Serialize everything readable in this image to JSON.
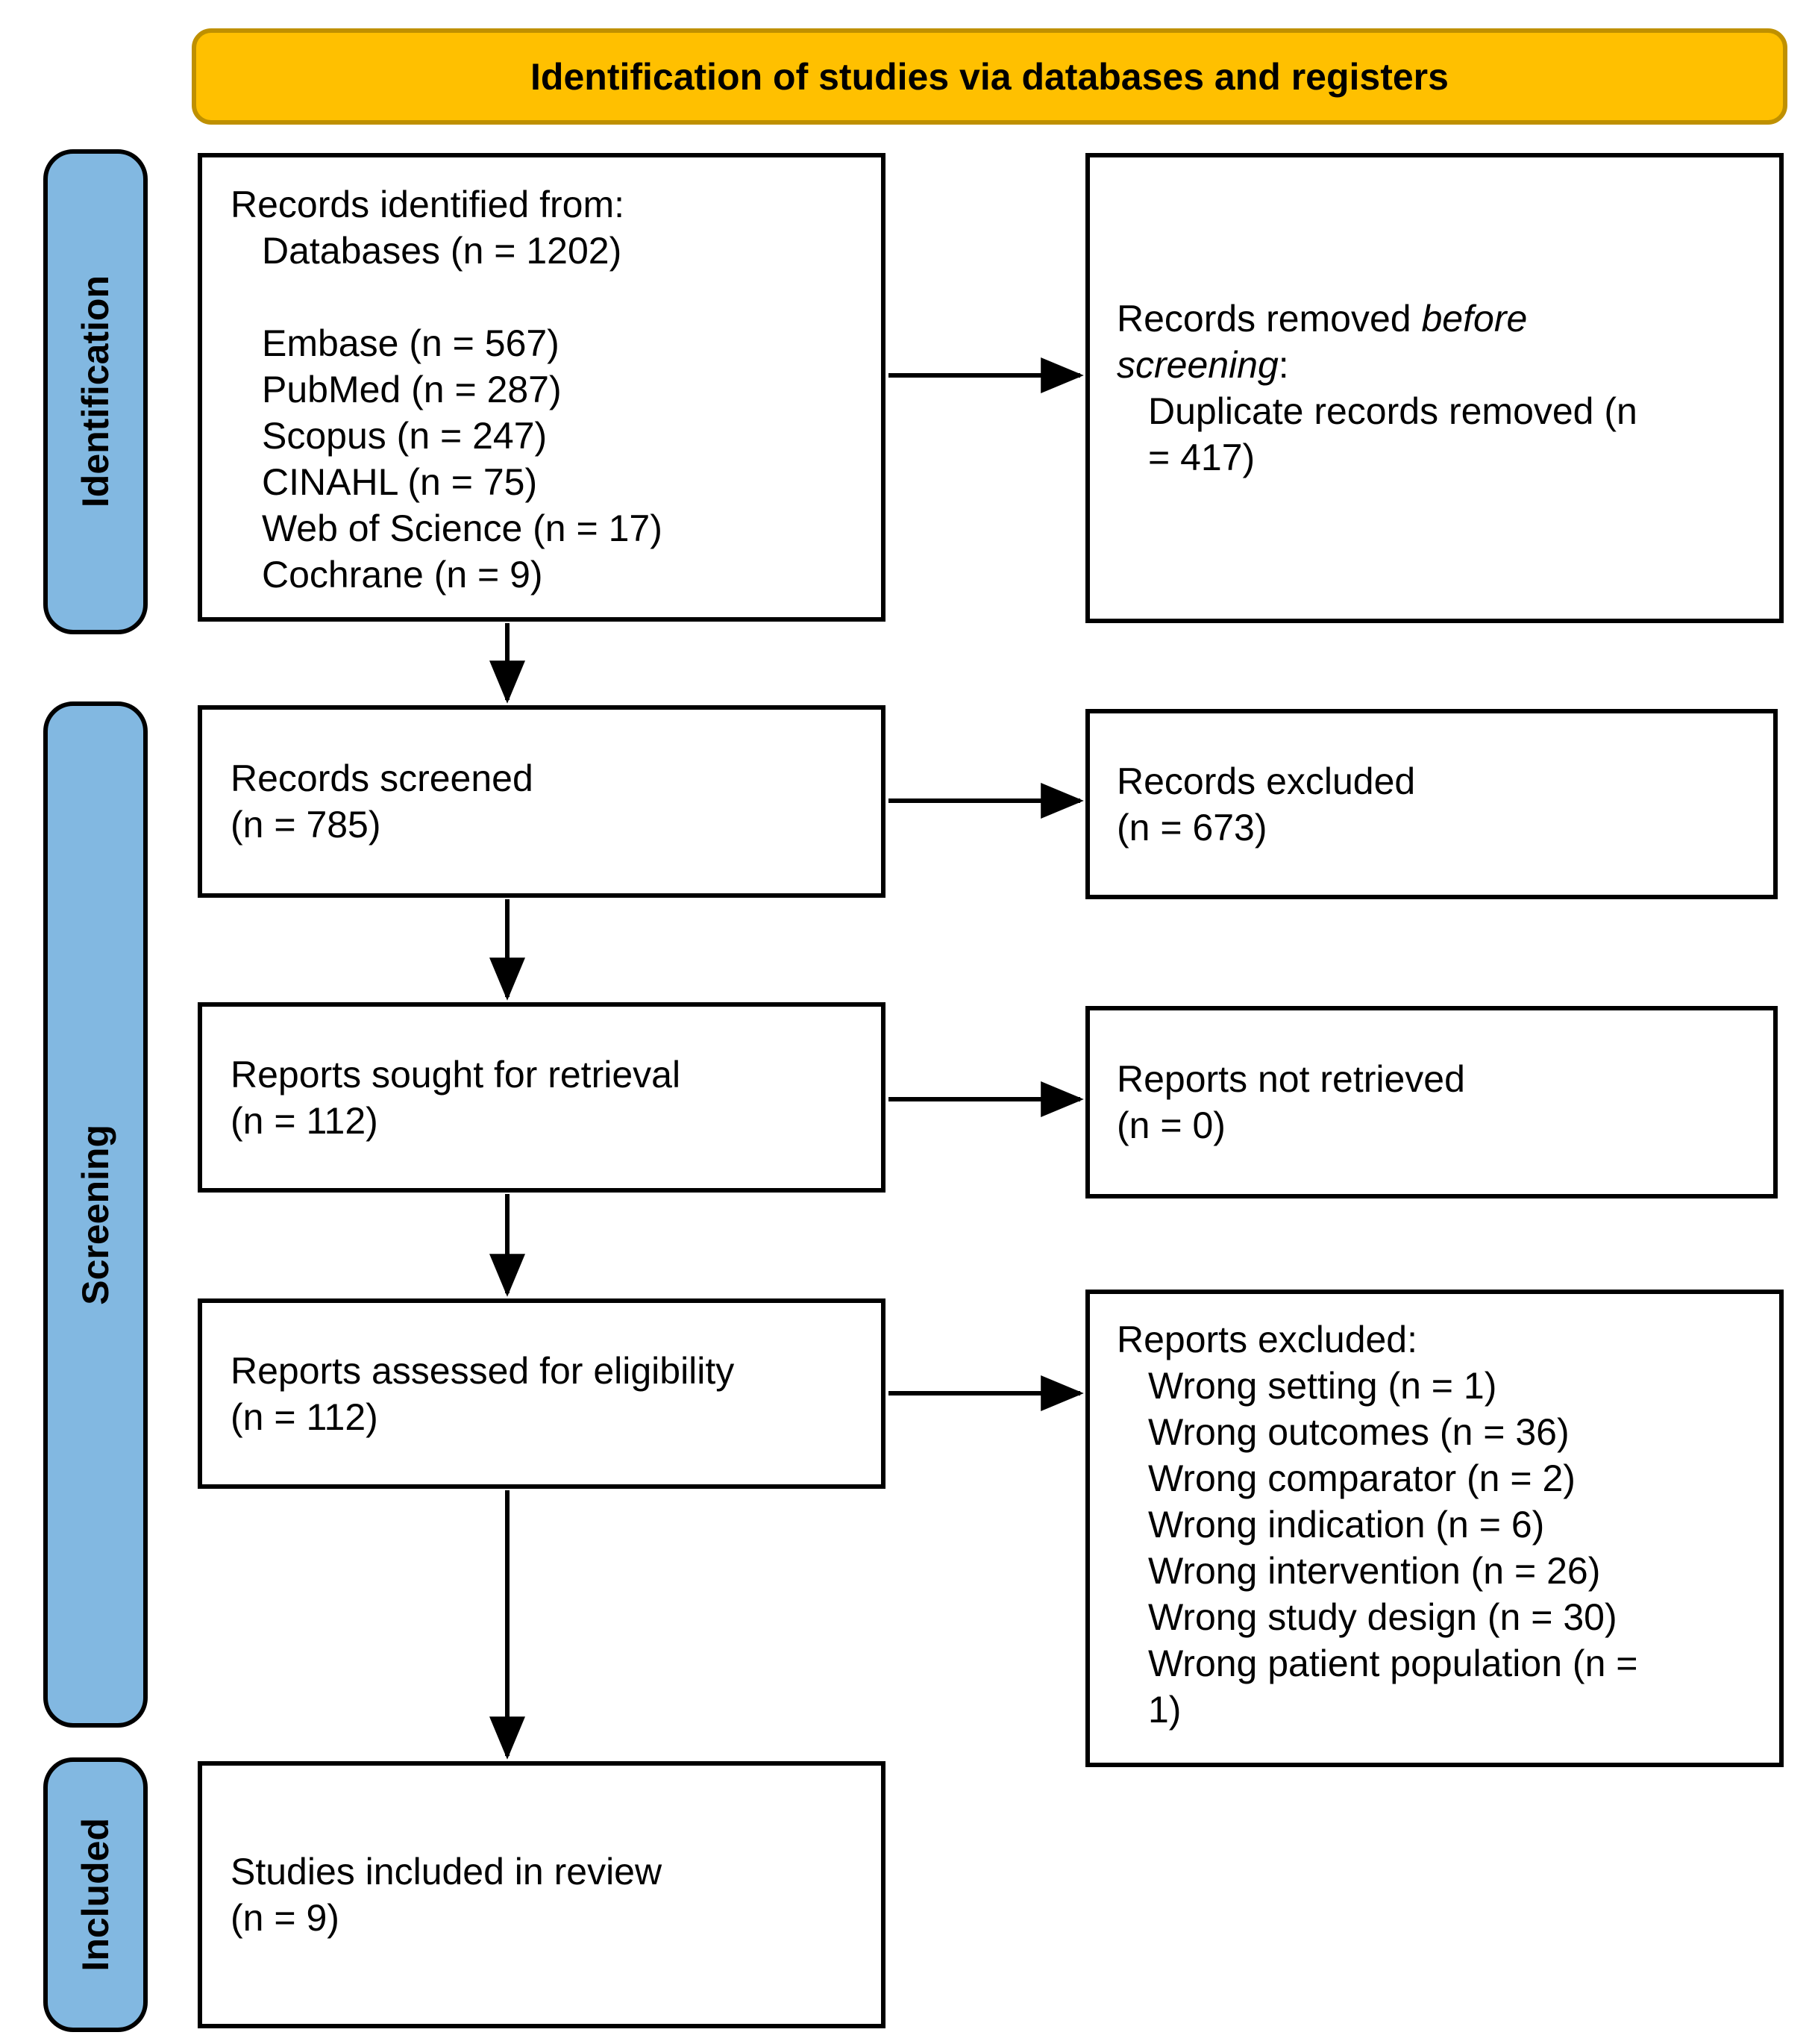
{
  "banner": {
    "title": "Identification of studies via databases and registers"
  },
  "stages": [
    {
      "id": "identification",
      "label": "Identification"
    },
    {
      "id": "screening",
      "label": "Screening"
    },
    {
      "id": "included",
      "label": "Included"
    }
  ],
  "colors": {
    "banner_bg": "#FFC000",
    "banner_border": "#BF9000",
    "stage_bg": "#82B8E1",
    "box_bg": "#FFFFFF",
    "box_border": "#000000",
    "arrow": "#000000",
    "text": "#000000"
  },
  "boxes": {
    "records_identified": {
      "lines": [
        "Records identified from:",
        "Databases (n = 1202)",
        "",
        "Embase (n = 567)",
        "PubMed (n = 287)",
        "Scopus (n = 247)",
        "CINAHL (n = 75)",
        "Web of Science (n = 17)",
        "Cochrane (n = 9)"
      ]
    },
    "records_removed": {
      "title_prefix": "Records removed ",
      "title_italic": "before screening",
      "title_suffix": ":",
      "detail": "Duplicate records removed (n = 417)"
    },
    "records_screened": {
      "line1": "Records screened",
      "line2": "(n = 785)"
    },
    "records_excluded": {
      "line1": "Records excluded",
      "line2": "(n = 673)"
    },
    "reports_sought": {
      "line1": "Reports sought for retrieval",
      "line2": "(n = 112)"
    },
    "reports_not_retrieved": {
      "line1": "Reports not retrieved",
      "line2": "(n = 0)"
    },
    "reports_assessed": {
      "line1": "Reports assessed for eligibility",
      "line2": "(n = 112)"
    },
    "reports_excluded": {
      "title": "Reports excluded:",
      "reasons": [
        "Wrong setting (n = 1)",
        "Wrong outcomes (n = 36)",
        "Wrong comparator (n = 2)",
        "Wrong indication (n = 6)",
        "Wrong intervention (n = 26)",
        "Wrong study design (n = 30)",
        "Wrong patient population (n = 1)"
      ]
    },
    "studies_included": {
      "line1": "Studies included in review",
      "line2": "(n = 9)"
    }
  }
}
